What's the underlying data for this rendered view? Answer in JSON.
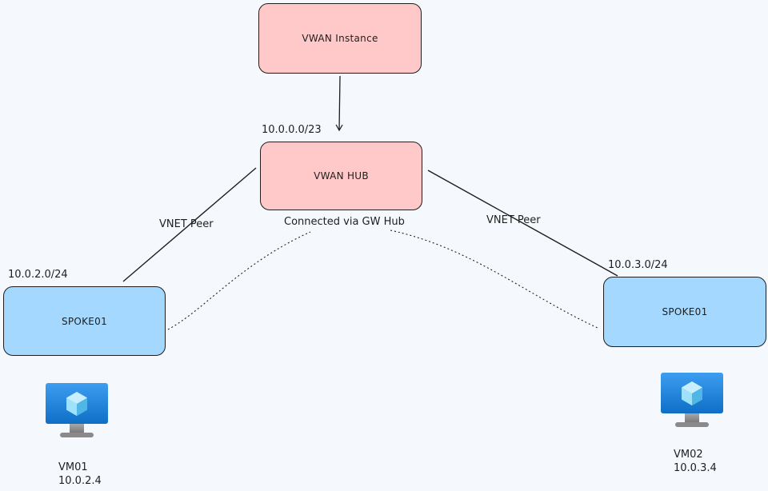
{
  "nodes": {
    "vwan_instance": {
      "label": "VWAN Instance"
    },
    "vwan_hub": {
      "label": "VWAN HUB",
      "cidr": "10.0.0.0/23"
    },
    "spoke_left": {
      "label": "SPOKE01",
      "cidr": "10.0.2.0/24"
    },
    "spoke_right": {
      "label": "SPOKE01",
      "cidr": "10.0.3.0/24"
    }
  },
  "edges": {
    "peer_left": {
      "label": "VNET Peer"
    },
    "peer_right": {
      "label": "VNET Peer"
    },
    "gw_path": {
      "label": "Connected via GW Hub"
    }
  },
  "vms": {
    "vm01": {
      "name": "VM01",
      "ip": "10.0.2.4",
      "icon": "virtual-machine-icon"
    },
    "vm02": {
      "name": "VM02",
      "ip": "10.0.3.4",
      "icon": "virtual-machine-icon"
    }
  },
  "colors": {
    "pink": "#ffc9c9",
    "blue": "#a5d8ff",
    "stroke": "#1e1e1e",
    "vm_blue": "#0f78d4"
  }
}
